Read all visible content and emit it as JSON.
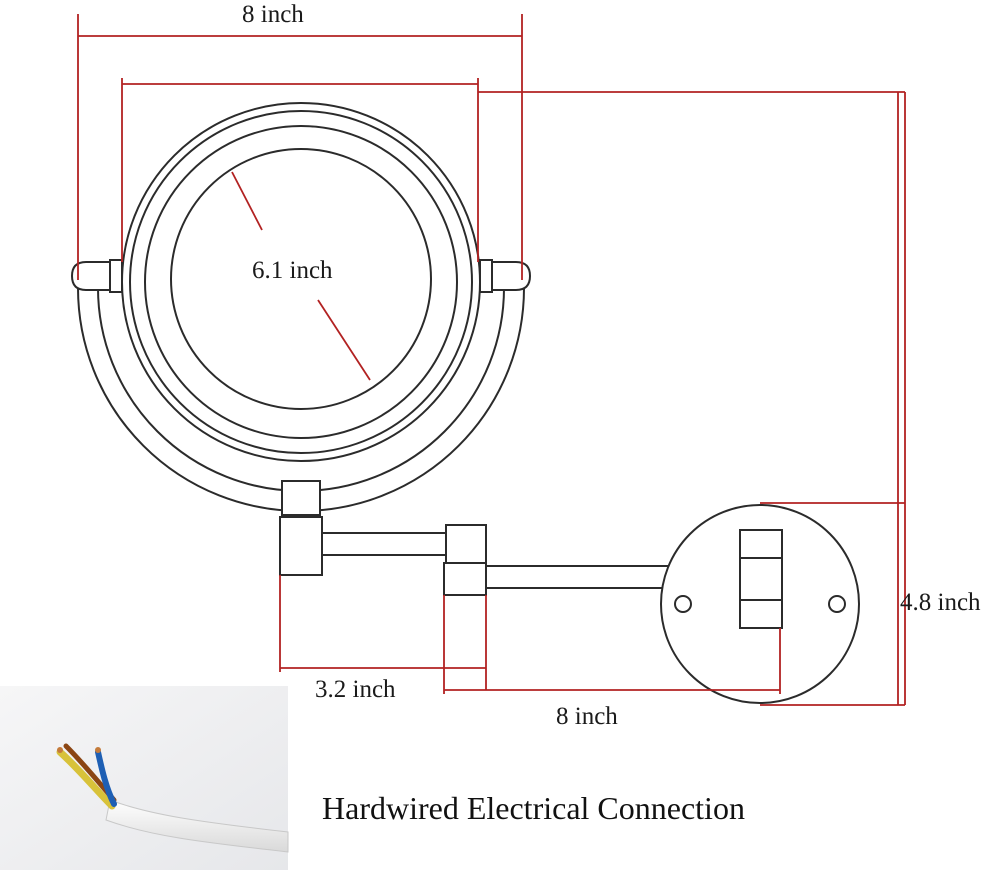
{
  "dimensions": {
    "overall_width": "8 inch",
    "mirror_diameter": "6.1 inch",
    "base_height": "4.8 inch",
    "arm_short": "3.2 inch",
    "arm_long": "8 inch"
  },
  "caption": "Hardwired Electrical Connection",
  "colors": {
    "dimension_line": "#b22222",
    "outline": "#2b2b2b",
    "wire_brown": "#8b4513",
    "wire_blue": "#1e5fb4",
    "wire_yellow_green": "#d8c23a",
    "cable_sheath": "#f0f0f0"
  }
}
